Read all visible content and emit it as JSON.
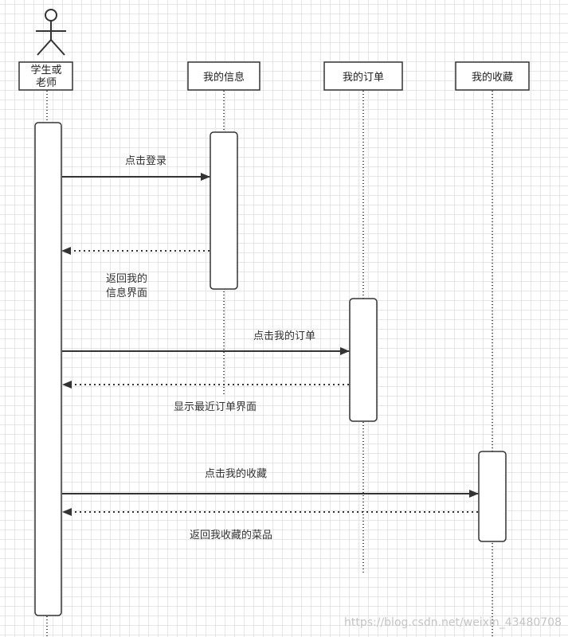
{
  "actor": {
    "label_line1": "学生或",
    "label_line2": "老师"
  },
  "participants": {
    "info": "我的信息",
    "orders": "我的订单",
    "favorites": "我的收藏"
  },
  "messages": {
    "click_login": "点击登录",
    "return_info_line1": "返回我的",
    "return_info_line2": "信息界面",
    "click_orders": "点击我的订单",
    "show_orders": "显示最近订单界面",
    "click_favorites": "点击我的收藏",
    "return_favorites": "返回我收藏的菜品"
  },
  "watermark": "https://blog.csdn.net/weixin_43480708"
}
